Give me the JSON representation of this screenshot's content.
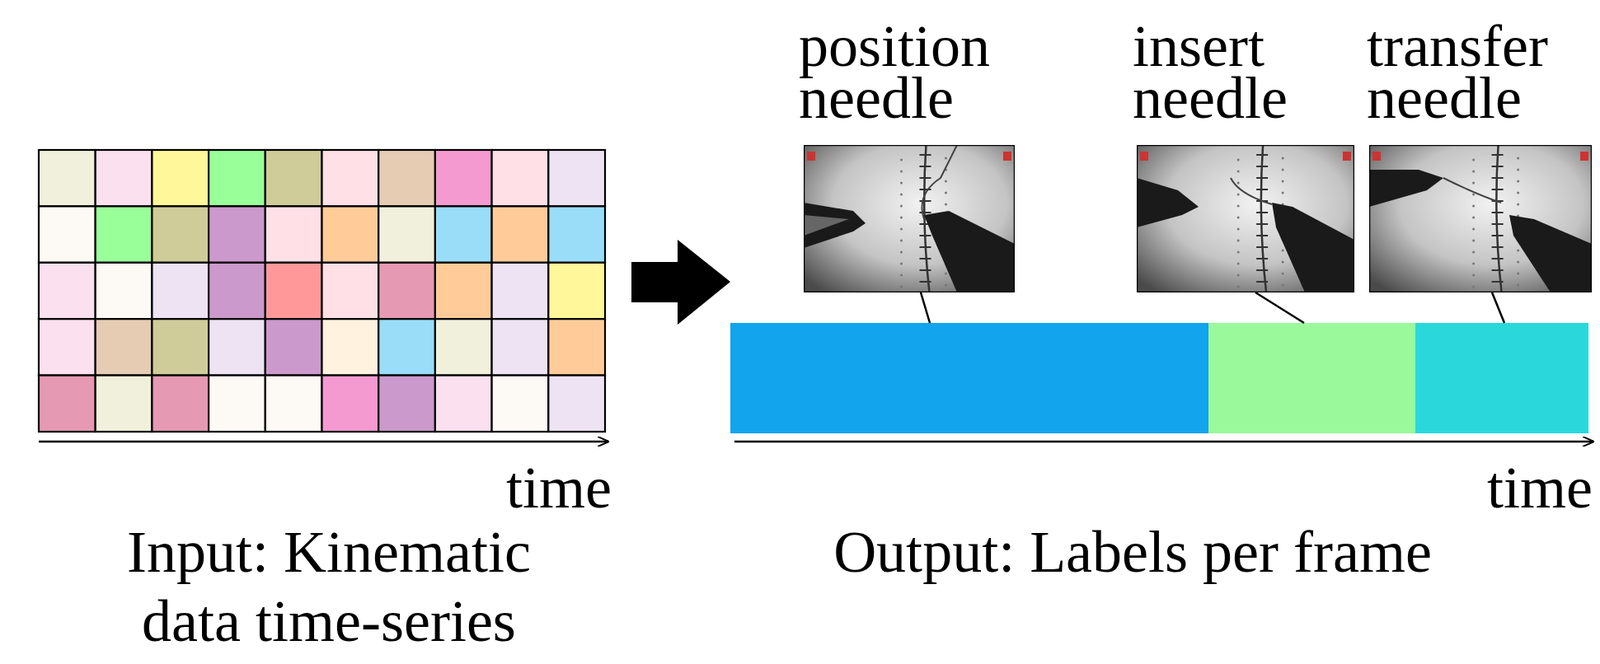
{
  "diagram": {
    "nodes": [
      {
        "text": [
          "position needle"
        ]
      },
      {
        "text": [
          "insert needle"
        ]
      },
      {
        "text": [
          "transfer needle"
        ]
      }
    ],
    "labels": [
      "time",
      "Input: Kinematic data time-series",
      "time",
      "Output: Labels per frame"
    ]
  }
}
